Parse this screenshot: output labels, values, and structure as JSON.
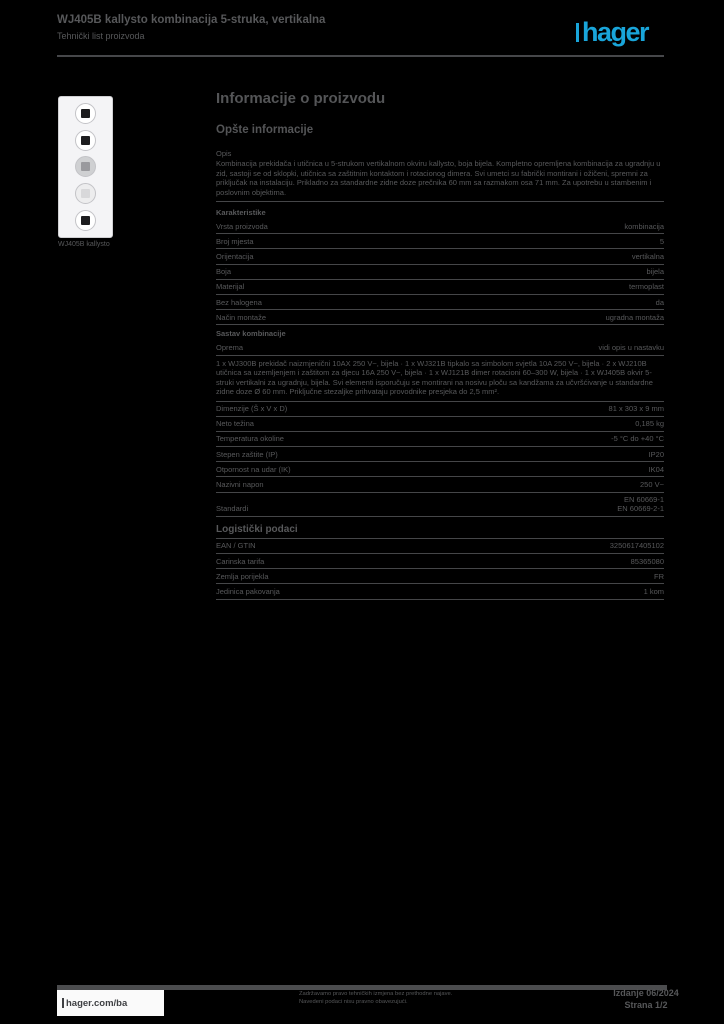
{
  "brand": {
    "logo_text": "hager",
    "logo_color": "#19a5da"
  },
  "header": {
    "title": "WJ405B kallysto kombinacija 5-struka, vertikalna",
    "subtitle": "Tehnički list proizvoda"
  },
  "product_image": {
    "caption": "WJ405B kallysto",
    "slots": [
      {
        "name": "switch-insert",
        "circle": "#ffffff",
        "square": "#1c1c1e"
      },
      {
        "name": "switch-insert",
        "circle": "#ffffff",
        "square": "#1c1c1e"
      },
      {
        "name": "dimmer-insert",
        "circle": "#cfd0d2",
        "square": "#9a9a9e"
      },
      {
        "name": "socket-insert",
        "circle": "#ededee",
        "square": "#d8d8da"
      },
      {
        "name": "switch-insert",
        "circle": "#ffffff",
        "square": "#1c1c1e"
      }
    ]
  },
  "main": {
    "heading": "Informacije o proizvodu",
    "subheading": "Opšte informacije",
    "description_label": "Opis",
    "description": "Kombinacija prekidača i utičnica u 5-strukom vertikalnom okviru kallysto, boja bijela. Kompletno opremljena kombinacija za ugradnju u zid, sastoji se od sklopki, utičnica sa zaštitnim kontaktom i rotacionog dimera. Svi umetci su fabrički montirani i ožičeni, spremni za priključak na instalaciju. Prikladno za standardne zidne doze prečnika 60 mm sa razmakom osa 71 mm. Za upotrebu u stambenim i poslovnim objektima."
  },
  "table": {
    "rows": [
      {
        "t": "sub",
        "label": "Karakteristike"
      },
      {
        "t": "row",
        "label": "Vrsta proizvoda",
        "value": "kombinacija"
      },
      {
        "t": "row",
        "label": "Broj mjesta",
        "value": "5"
      },
      {
        "t": "row",
        "label": "Orijentacija",
        "value": "vertikalna"
      },
      {
        "t": "row",
        "label": "Boja",
        "value": "bijela"
      },
      {
        "t": "row",
        "label": "Materijal",
        "value": "termoplast"
      },
      {
        "t": "row",
        "label": "Bez halogena",
        "value": "da"
      },
      {
        "t": "row",
        "label": "Način montaže",
        "value": "ugradna montaža"
      },
      {
        "t": "sub",
        "label": "Sastav kombinacije"
      },
      {
        "t": "row",
        "label": "Oprema",
        "value": "vidi opis u nastavku"
      },
      {
        "t": "par",
        "text": "1 x WJ300B prekidač naizmjenični 10AX 250 V~, bijela · 1 x WJ321B tipkalo sa simbolom svjetla 10A 250 V~, bijela · 2 x WJ210B utičnica sa uzemljenjem i zaštitom za djecu 16A 250 V~, bijela · 1 x WJ121B dimer rotacioni 60–300 W, bijela · 1 x WJ405B okvir 5-struki vertikalni za ugradnju, bijela. Svi elementi isporučuju se montirani na nosivu ploču sa kandžama za učvršćivanje u standardne zidne doze Ø 60 mm. Priključne stezaljke prihvataju provodnike presjeka do 2,5 mm²."
      },
      {
        "t": "row",
        "label": "Dimenzije (Š x V x D)",
        "value": "81 x 303 x 9 mm"
      },
      {
        "t": "row",
        "label": "Neto težina",
        "value": "0,185 kg"
      },
      {
        "t": "row",
        "label": "Temperatura okoline",
        "value": "-5 °C do +40 °C"
      },
      {
        "t": "row",
        "label": "Stepen zaštite (IP)",
        "value": "IP20"
      },
      {
        "t": "row",
        "label": "Otpornost na udar (IK)",
        "value": "IK04"
      },
      {
        "t": "row",
        "label": "Nazivni napon",
        "value": "250 V~"
      },
      {
        "t": "row",
        "label": "Standardi",
        "value": "EN 60669-1\nEN 60669-2-1"
      },
      {
        "t": "sec",
        "label": "Logistički podaci"
      },
      {
        "t": "row",
        "label": "EAN / GTIN",
        "value": "3250617405102"
      },
      {
        "t": "row",
        "label": "Carinska tarifa",
        "value": "85365080"
      },
      {
        "t": "row",
        "label": "Zemlja porijekla",
        "value": "FR"
      },
      {
        "t": "row",
        "label": "Jedinica pakovanja",
        "value": "1 kom"
      }
    ]
  },
  "footer": {
    "site": "hager.com/ba",
    "note_line1": "Zadržavamo pravo tehničkih izmjena bez prethodne najave.",
    "note_line2": "Navedeni podaci nisu pravno obavezujući.",
    "issue": "Izdanje 06/2024",
    "page": "Strana 1/2"
  }
}
